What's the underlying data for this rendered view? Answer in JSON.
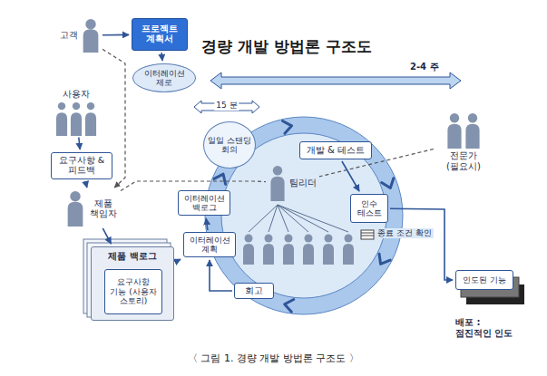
{
  "diagram": {
    "title": "경량 개발 방법론 구조도",
    "caption": "〈 그림 1. 경량 개발 방법론 구조도 〉",
    "nodes": [
      {
        "text": [
          "고객"
        ]
      },
      {
        "text": [
          "프로젝트 계획서"
        ]
      },
      {
        "text": [
          "이터레이션 제로"
        ]
      },
      {
        "text": [
          "사용자"
        ]
      },
      {
        "text": [
          "요구사항 & 피드백"
        ]
      },
      {
        "text": [
          "제품 책임자"
        ]
      },
      {
        "text": [
          "제품 백로그"
        ]
      },
      {
        "text": [
          "요구사항 기능 (사용자 스토리)"
        ],
        "in": 6
      },
      {
        "text": [
          "일일 스탠딩 회의"
        ]
      },
      {
        "text": [
          "이터레이션 백로그"
        ]
      },
      {
        "text": [
          "이터레이션 계획"
        ]
      },
      {
        "text": [
          "팀리더"
        ]
      },
      {
        "text": [
          "개발 & 테스트"
        ]
      },
      {
        "text": [
          "인수 테스트"
        ]
      },
      {
        "text": [
          "회고"
        ]
      },
      {
        "text": [
          "전문가 (필요시)"
        ]
      },
      {
        "text": [
          "인도된 기능"
        ]
      }
    ],
    "edges": [
      {
        "from": 0,
        "to": 1,
        "arrow": "to"
      },
      {
        "from": 1,
        "to": 2,
        "arrow": "to"
      },
      {
        "from": 0,
        "to": 5,
        "arrow": "to"
      },
      {
        "from": 3,
        "to": 4,
        "arrow": "to"
      },
      {
        "from": 4,
        "to": 5,
        "arrow": "to"
      },
      {
        "from": 5,
        "to": 6,
        "arrow": "to"
      },
      {
        "from": 5,
        "to": 11,
        "arrow": "none"
      },
      {
        "from": 15,
        "to": 11,
        "arrow": "none"
      },
      {
        "from": 6,
        "to": 10,
        "arrow": "to"
      },
      {
        "from": 10,
        "to": 9,
        "arrow": "to"
      },
      {
        "from": 12,
        "to": 13,
        "arrow": "to"
      },
      {
        "from": 13,
        "to": 16,
        "arrow": "to"
      },
      {
        "from": 14,
        "to": 10,
        "arrow": "to"
      }
    ],
    "labels": [
      "2-4 주",
      "15 분",
      "종료 조건 확인",
      "배포 : 점진적인 인도"
    ]
  }
}
